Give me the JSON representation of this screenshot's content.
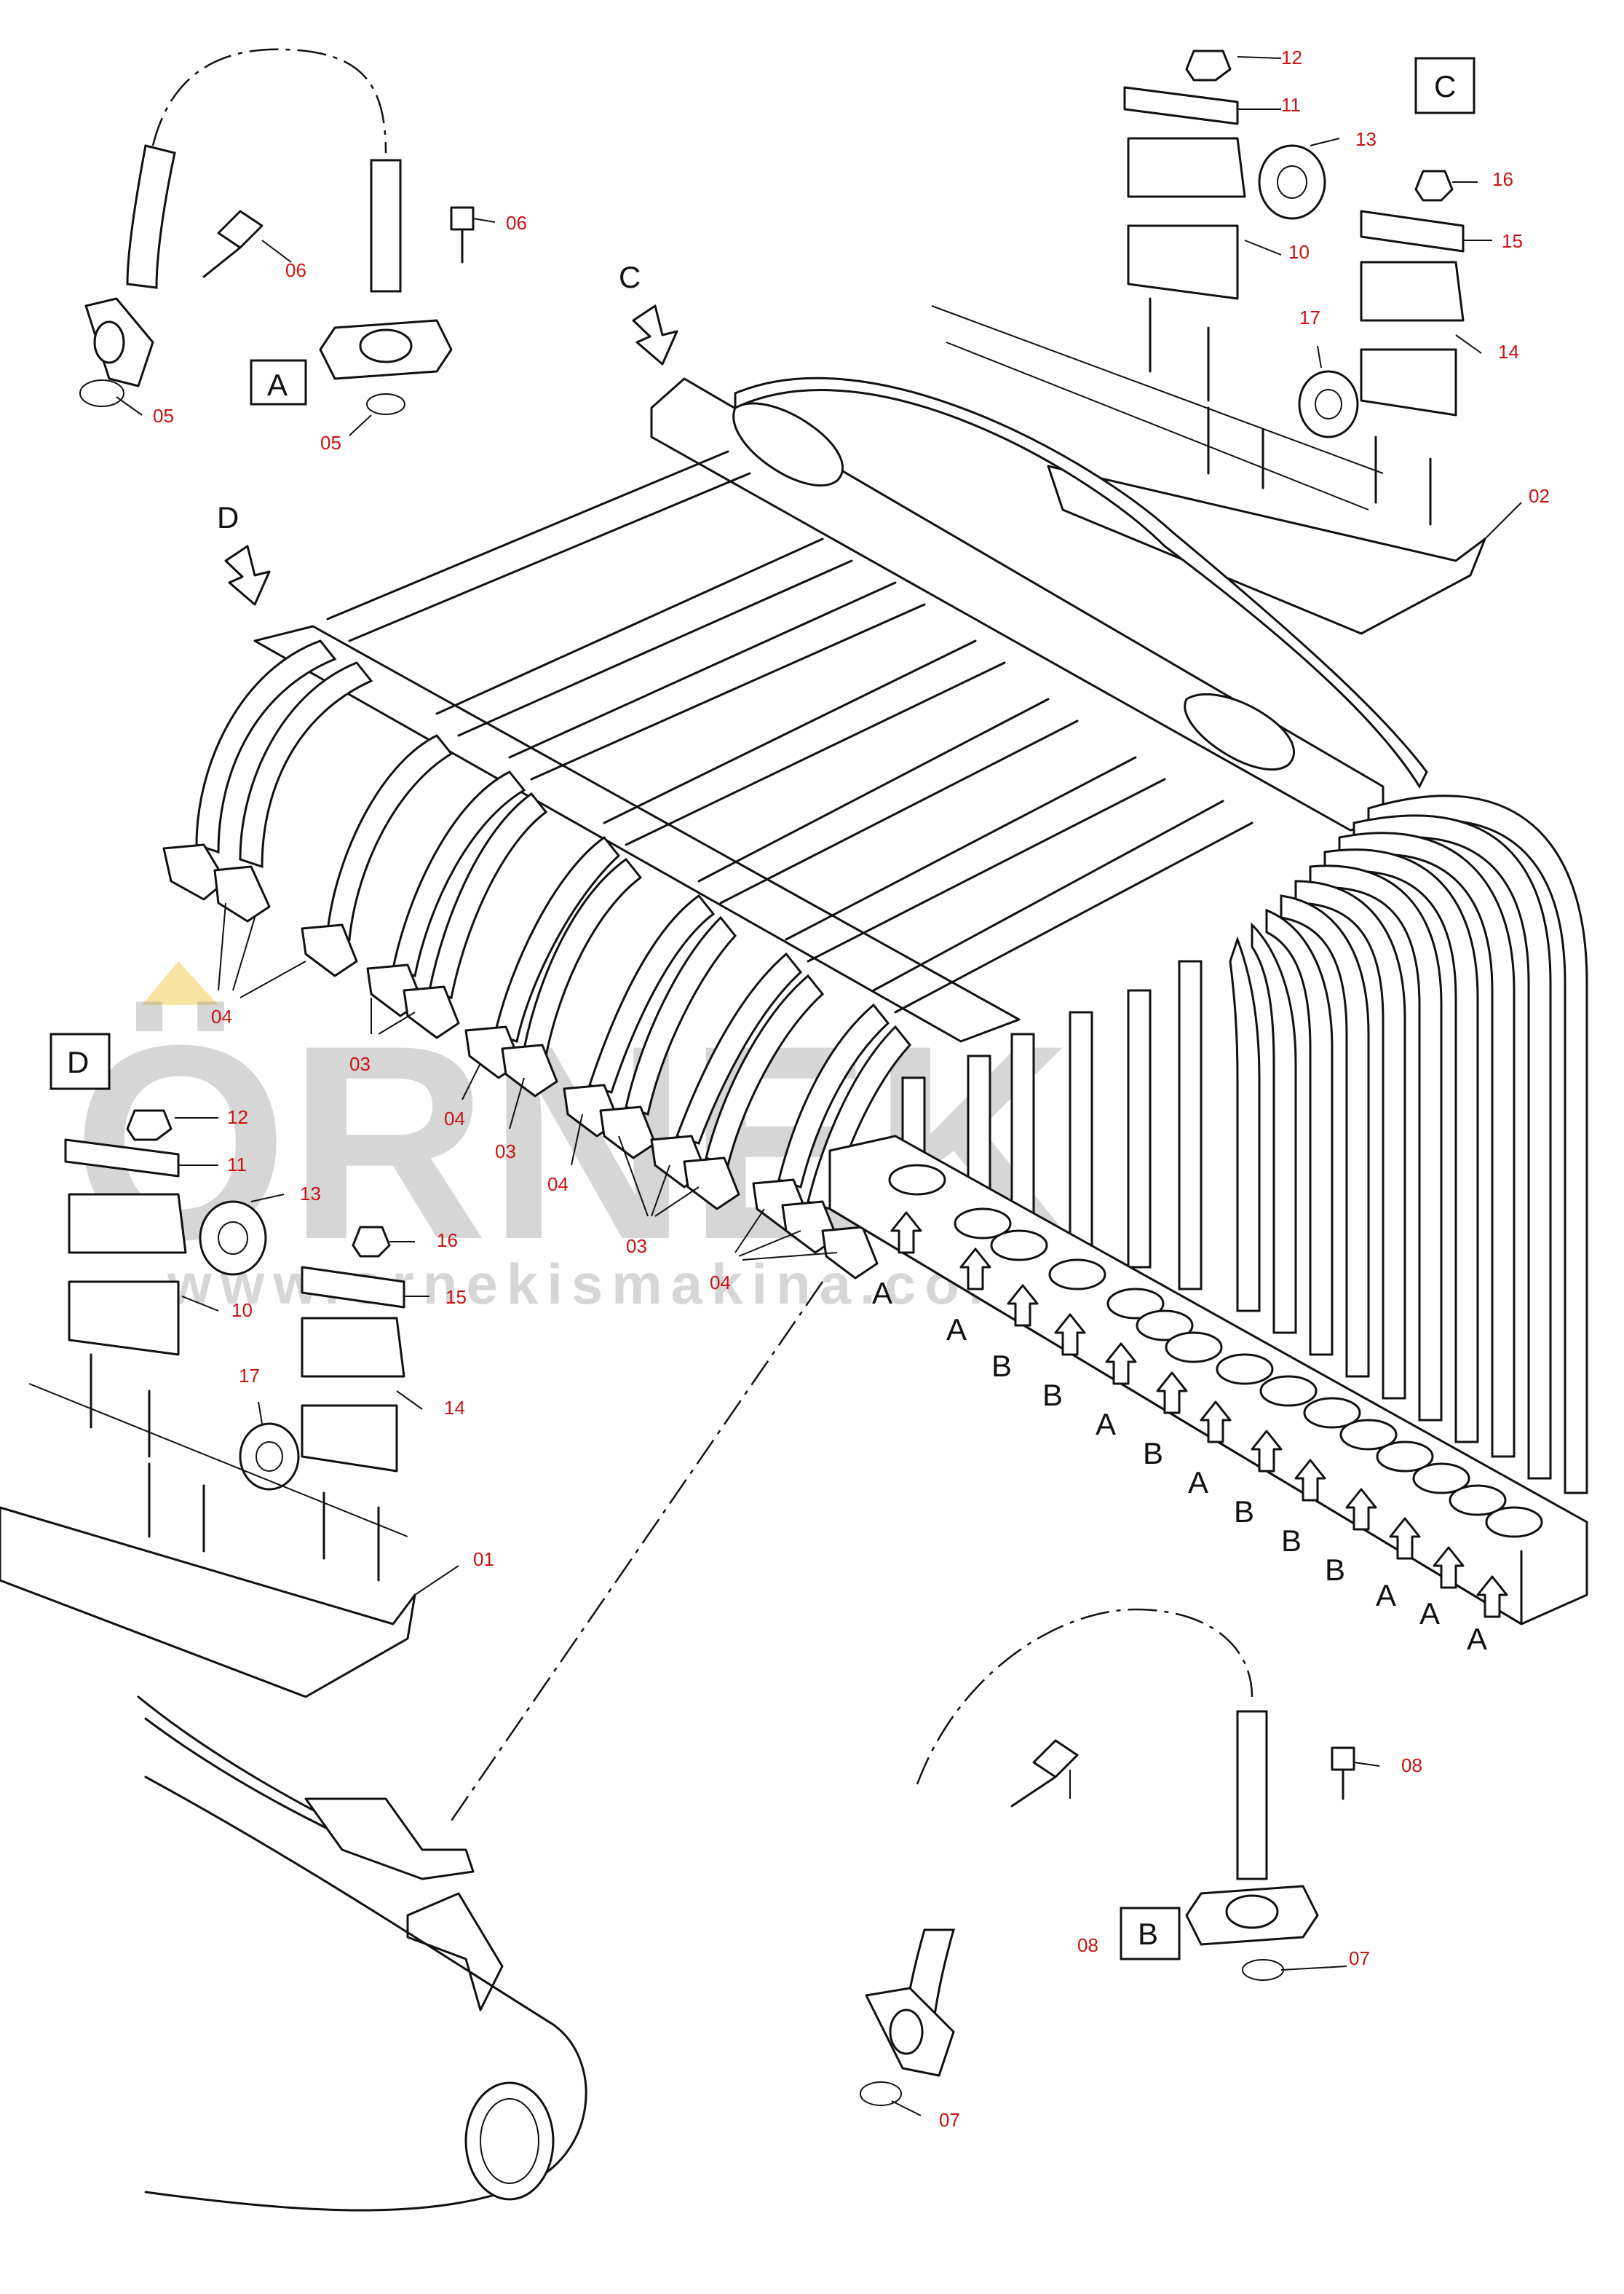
{
  "watermark": {
    "brand": "ÖRNEK",
    "url": "www.ornekismakina.com.tr"
  },
  "view_labels": {
    "a": "A",
    "b": "B",
    "c": "C",
    "d": "D"
  },
  "part_numbers": [
    "01",
    "02",
    "03",
    "04",
    "05",
    "06",
    "07",
    "08",
    "10",
    "11",
    "12",
    "13",
    "14",
    "15",
    "16",
    "17"
  ],
  "flow_labels": [
    "A",
    "A",
    "B",
    "B",
    "A",
    "B",
    "A",
    "B",
    "B",
    "B",
    "A",
    "A",
    "A"
  ],
  "colors": {
    "part_number": "#cc1111",
    "line": "#111111",
    "watermark": "#8a8a8a",
    "watermark_accent": "#f2c230"
  }
}
